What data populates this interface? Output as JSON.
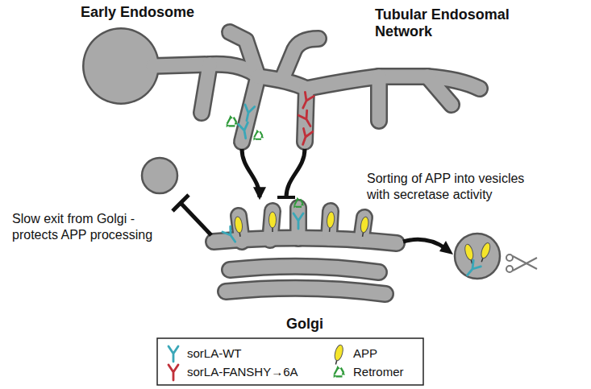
{
  "diagram": {
    "nodes": [
      {
        "text": [
          "Early Endosome",
          "Tubular Endosomal Network"
        ]
      },
      {
        "text": [
          "Golgi"
        ]
      }
    ],
    "edges": [
      {
        "from": 0,
        "to": 1,
        "arrow": "to"
      },
      {
        "from": 0,
        "to": 1,
        "arrow": "none"
      }
    ],
    "labels": [
      "Sorting of APP into vesicles with secretase activity",
      "Slow exit from Golgi - protects APP processing"
    ],
    "legend": [
      {
        "text": "sorLA-WT"
      },
      {
        "text": "sorLA-FANSHY→6A"
      },
      {
        "text": "APP"
      },
      {
        "text": "Retromer"
      }
    ]
  }
}
